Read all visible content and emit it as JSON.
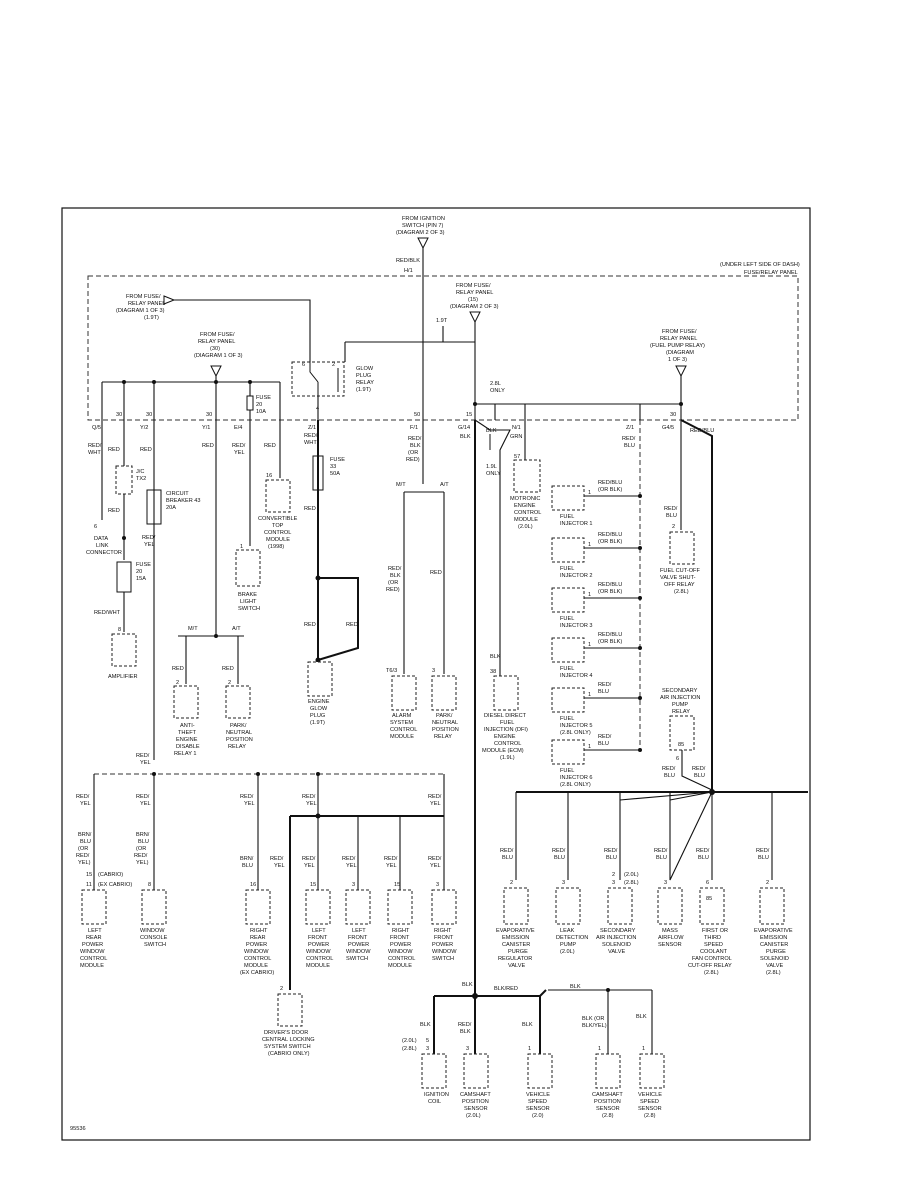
{
  "diagram_id": "95536",
  "panel_label_1": "(UNDER LEFT SIDE OF DASH)",
  "panel_label_2": "FUSE/RELAY PANEL",
  "from_ign": [
    "FROM IGNITION",
    "SWITCH (PIN 7)",
    "(DIAGRAM 2 OF 3)"
  ],
  "from_fuse15": [
    "FROM FUSE/",
    "RELAY PANEL",
    "(15)",
    "(DIAGRAM 2 OF 3)"
  ],
  "from_fuse_a": [
    "FROM FUSE/",
    "RELAY PANEL",
    "(DIAGRAM 1 OF 3)",
    "(1.9T)"
  ],
  "from_fuse30": [
    "FROM FUSE/",
    "RELAY PANEL",
    "(30)",
    "(DIAGRAM 1 OF 3)"
  ],
  "from_fpr": [
    "FROM FUSE/",
    "RELAY PANEL",
    "(FUEL PUMP RELAY)",
    "(DIAGRAM",
    "1 OF 3)"
  ],
  "glow_relay": [
    "GLOW",
    "PLUG",
    "RELAY",
    "(1.9T)"
  ],
  "fuse_20_10": [
    "FUSE",
    "20",
    "10A"
  ],
  "fuse_33": [
    "FUSE",
    "33",
    "50A"
  ],
  "fuse_20_15": [
    "FUSE",
    "20",
    "15A"
  ],
  "cb43": [
    "CIRCUIT",
    "BREAKER 43",
    "20A"
  ],
  "jc": [
    "J/C",
    "TX2"
  ],
  "components": {
    "dlc": [
      "DATA",
      "LINK",
      "CONNECTOR"
    ],
    "amp": [
      "AMPLIFIER"
    ],
    "conv": [
      "CONVERTIBLE",
      "TOP",
      "CONTROL",
      "MODULE",
      "(1998)"
    ],
    "brake": [
      "BRAKE",
      "LIGHT",
      "SWITCH"
    ],
    "anti": [
      "ANTI-",
      "THEFT",
      "ENGINE",
      "DISABLE",
      "RELAY 1"
    ],
    "park1": [
      "PARK/",
      "NEUTRAL",
      "POSITION",
      "RELAY"
    ],
    "glowplug": [
      "ENGINE",
      "GLOW",
      "PLUG",
      "(1.9T)"
    ],
    "alarm": [
      "ALARM",
      "SYSTEM",
      "CONTROL",
      "MODULE"
    ],
    "park2": [
      "PARK/",
      "NEUTRAL",
      "POSITION",
      "RELAY"
    ],
    "motronic": [
      "MOTRONIC",
      "ENGINE",
      "CONTROL",
      "MODULE",
      "(2.0L)"
    ],
    "ecm": [
      "DIESEL DIRECT",
      "FUEL",
      "INJECTION (DFI)",
      "ENGINE",
      "CONTROL",
      "MODULE (ECM)",
      "(1.9L)"
    ],
    "fuelcut": [
      "FUEL CUT-OFF",
      "VALVE SHUT-",
      "OFF RELAY",
      "(2.8L)"
    ],
    "sapr": [
      "SECONDARY",
      "AIR INJECTION",
      "PUMP",
      "RELAY"
    ],
    "lrpw": [
      "LEFT",
      "REAR",
      "POWER",
      "WINDOW",
      "CONTROL",
      "MODULE"
    ],
    "wcs": [
      "WINDOW",
      "CONSOLE",
      "SWITCH"
    ],
    "rrpw": [
      "RIGHT",
      "REAR",
      "POWER",
      "WINDOW",
      "CONTROL",
      "MODULE",
      "(EX CABRIO)"
    ],
    "lfpwc": [
      "LEFT",
      "FRONT",
      "POWER",
      "WINDOW",
      "CONTROL",
      "MODULE"
    ],
    "lfpws": [
      "LEFT",
      "FRONT",
      "POWER",
      "WINDOW",
      "SWITCH"
    ],
    "rfpwc": [
      "RIGHT",
      "FRONT",
      "POWER",
      "WINDOW",
      "CONTROL",
      "MODULE"
    ],
    "rfpws": [
      "RIGHT",
      "FRONT",
      "POWER",
      "WINDOW",
      "SWITCH"
    ],
    "door": [
      "DRIVER'S DOOR",
      "CENTRAL LOCKING",
      "SYSTEM SWITCH",
      "(CABRIO ONLY)"
    ],
    "evap1": [
      "EVAPORATIVE",
      "EMISSION",
      "CANISTER",
      "PURGE",
      "REGULATOR",
      "VALVE"
    ],
    "leak": [
      "LEAK",
      "DETECTION",
      "PUMP",
      "(2.0L)"
    ],
    "sais": [
      "SECONDARY",
      "AIR INJECTION",
      "SOLENOID",
      "VALVE"
    ],
    "maf": [
      "MASS",
      "AIRFLOW",
      "SENSOR"
    ],
    "fan": [
      "FIRST OR",
      "THIRD",
      "SPEED",
      "COOLANT",
      "FAN CONTROL",
      "CUT-OFF RELAY",
      "(2.8L)"
    ],
    "evap2": [
      "EVAPORATIVE",
      "EMISSION",
      "CANISTER",
      "PURGE",
      "SOLENOID",
      "VALVE",
      "(2.8L)"
    ],
    "coil": [
      "IGNITION",
      "COIL"
    ],
    "cam1": [
      "CAMSHAFT",
      "POSITION",
      "SENSOR",
      "(2.0L)"
    ],
    "vss1": [
      "VEHICLE",
      "SPEED",
      "SENSOR",
      "(2.0)"
    ],
    "cam2": [
      "CAMSHAFT",
      "POSITION",
      "SENSOR",
      "(2.8)"
    ],
    "vss2": [
      "VEHICLE",
      "SPEED",
      "SENSOR",
      "(2.8)"
    ]
  },
  "injectors": [
    {
      "name": [
        "FUEL",
        "INJECTOR 1"
      ],
      "wire": [
        "RED/BLU",
        "(OR BLK)"
      ]
    },
    {
      "name": [
        "FUEL",
        "INJECTOR 2"
      ],
      "wire": [
        "RED/BLU",
        "(OR BLK)"
      ]
    },
    {
      "name": [
        "FUEL",
        "INJECTOR 3"
      ],
      "wire": [
        "RED/BLU",
        "(OR BLK)"
      ]
    },
    {
      "name": [
        "FUEL",
        "INJECTOR 4"
      ],
      "wire": [
        "RED/BLU",
        "(OR BLK)"
      ]
    },
    {
      "name": [
        "FUEL",
        "INJECTOR 5",
        "(2.8L ONLY)"
      ],
      "wire": [
        "RED/",
        "BLU"
      ]
    },
    {
      "name": [
        "FUEL",
        "INJECTOR 6",
        "(2.8L ONLY)"
      ],
      "wire": [
        "RED/",
        "BLU"
      ]
    }
  ],
  "terminals": {
    "q5": "Q/5",
    "y1": "Y/1",
    "y2": "Y/2",
    "e4": "E/4",
    "z1": "Z/1",
    "f1": "F/1",
    "g14": "G/14",
    "n1": "N/1",
    "z1b": "Z/1",
    "g6": "G4/5",
    "h1": "H/1",
    "t63": "T6/3",
    "n30a": "30",
    "n30b": "30",
    "n30c": "30",
    "n50": "50",
    "n15": "15",
    "n30d": "30"
  },
  "wires": {
    "redblk": "RED/BLK",
    "redwht": [
      "RED/",
      "WHT"
    ],
    "red": "RED",
    "redyel": [
      "RED/",
      "YEL"
    ],
    "redblu": [
      "RED/",
      "BLU"
    ],
    "blk": "BLK",
    "grn": "GRN",
    "redwht2": "RED/WHT",
    "redblk_or": [
      "RED/",
      "BLK",
      "(OR",
      "RED)"
    ],
    "redblk_or2": [
      "RED/",
      "BLK",
      "(OR",
      "RED)"
    ],
    "brnblu": [
      "BRN/",
      "BLU",
      "(OR",
      "RED/",
      "YEL)"
    ],
    "brnblu2": [
      "BRN/",
      "BLU"
    ],
    "blkred": "BLK/RED",
    "redblk2": [
      "RED/",
      "BLK"
    ],
    "blkyel": [
      "BLK (OR",
      "BLK/YEL)"
    ],
    "redblu_top": "RED/BLU"
  },
  "notes": {
    "only28": [
      "2.8L",
      "ONLY"
    ],
    "only19": [
      "1.9L",
      "ONLY"
    ],
    "mt": "M/T",
    "at": "A/T",
    "t19": "1.9T",
    "cabrio": [
      "(CABRIO)",
      "(EX CABRIO)"
    ],
    "l20": "(2.0L)",
    "l28": "(2.8L)"
  },
  "pins": {
    "p6": "6",
    "p8a": "8",
    "p16": "16",
    "p1": "1",
    "p2": "2",
    "p2b": "2",
    "p57": "57",
    "p38": "38",
    "p15a": "15",
    "p11": "11",
    "p8b": "8",
    "p16b": "16",
    "p15b": "15",
    "p3a": "3",
    "p15c": "15",
    "p3b": "3",
    "p2c": "2",
    "p2d": "2",
    "p3c": "3",
    "p2e": "2",
    "p3d": "3",
    "p6b": "6",
    "p85a": "85",
    "p85b": "85",
    "p5": "5",
    "p3e": "3",
    "p3f": "3",
    "p1b": "1",
    "p1c": "1",
    "p1d": "1",
    "p4": "4",
    "p6c": "6",
    "p2f": "2",
    "p2g": "2"
  }
}
